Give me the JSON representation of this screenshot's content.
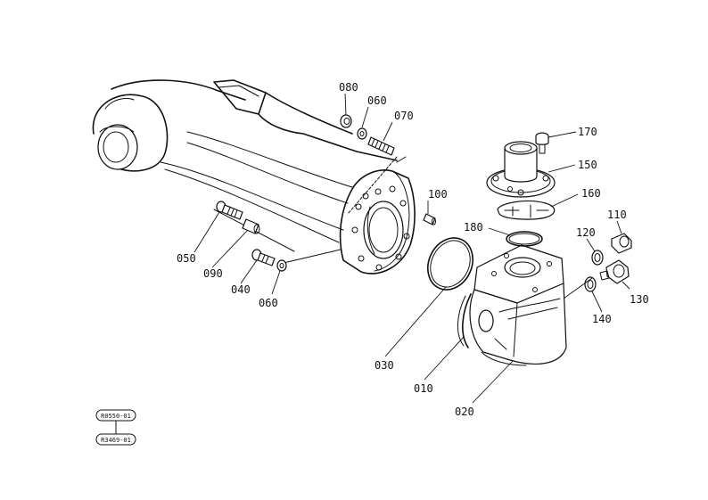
{
  "callouts": [
    {
      "id": "010",
      "label": "010"
    },
    {
      "id": "020",
      "label": "020"
    },
    {
      "id": "030",
      "label": "030"
    },
    {
      "id": "040",
      "label": "040"
    },
    {
      "id": "050",
      "label": "050"
    },
    {
      "id": "060a",
      "label": "060"
    },
    {
      "id": "060b",
      "label": "060"
    },
    {
      "id": "070",
      "label": "070"
    },
    {
      "id": "080",
      "label": "080"
    },
    {
      "id": "090",
      "label": "090"
    },
    {
      "id": "100",
      "label": "100"
    },
    {
      "id": "110",
      "label": "110"
    },
    {
      "id": "120",
      "label": "120"
    },
    {
      "id": "130",
      "label": "130"
    },
    {
      "id": "140",
      "label": "140"
    },
    {
      "id": "150",
      "label": "150"
    },
    {
      "id": "160",
      "label": "160"
    },
    {
      "id": "170",
      "label": "170"
    },
    {
      "id": "180",
      "label": "180"
    }
  ],
  "references": {
    "top": "R0550-01",
    "bottom": "R3469-01"
  }
}
